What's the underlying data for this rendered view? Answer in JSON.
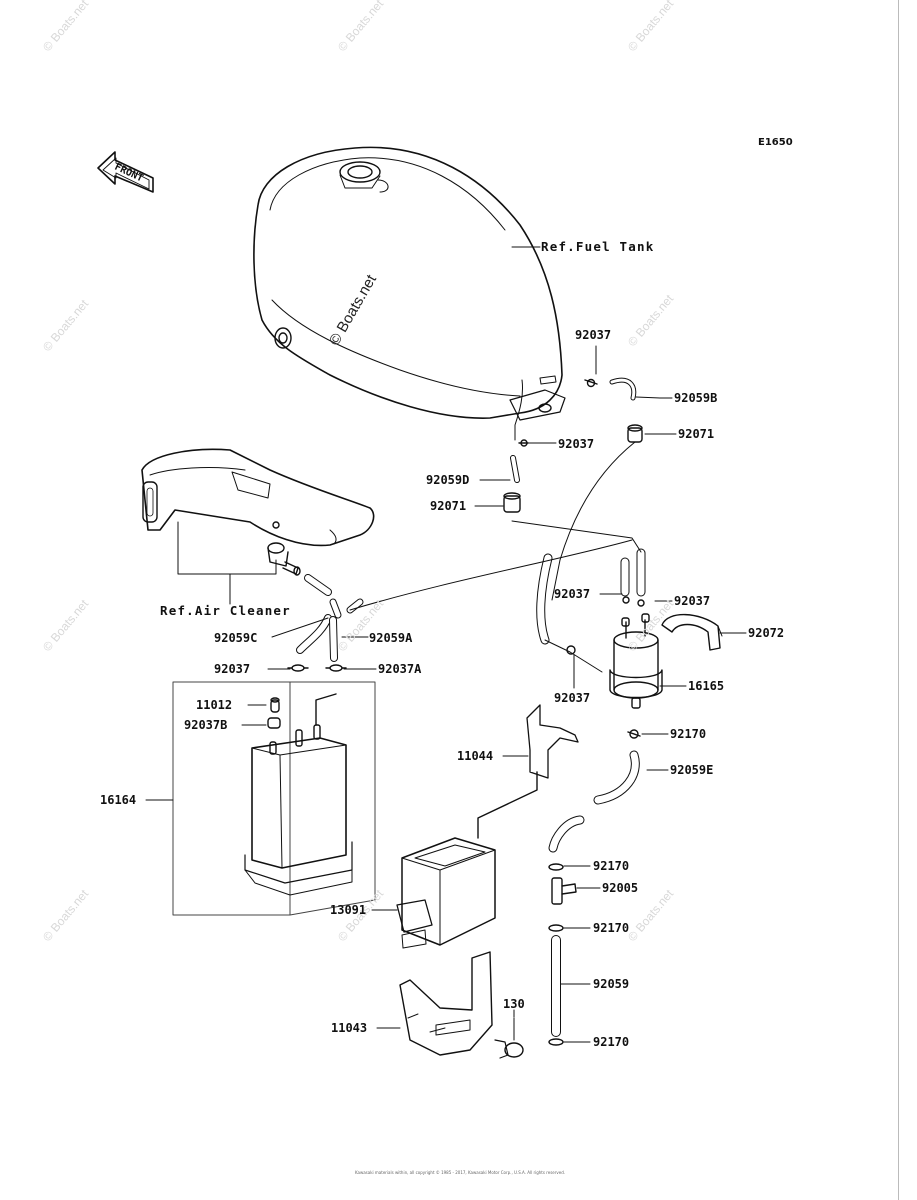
{
  "diagram_code": "E1650",
  "front_label": "FRONT",
  "references": {
    "fuel_tank": "Ref.Fuel Tank",
    "air_cleaner": "Ref.Air Cleaner"
  },
  "parts": [
    {
      "id": "p92037_top",
      "number": "92037"
    },
    {
      "id": "p92059B",
      "number": "92059B"
    },
    {
      "id": "p92037_mid",
      "number": "92037"
    },
    {
      "id": "p92071_right",
      "number": "92071"
    },
    {
      "id": "p92059D",
      "number": "92059D"
    },
    {
      "id": "p92071_left",
      "number": "92071"
    },
    {
      "id": "p92037_filter_left",
      "number": "92037"
    },
    {
      "id": "p92037_filter_right",
      "number": "92037"
    },
    {
      "id": "p92072",
      "number": "92072"
    },
    {
      "id": "p92059C",
      "number": "92059C"
    },
    {
      "id": "p92059A",
      "number": "92059A"
    },
    {
      "id": "p92037_canister",
      "number": "92037"
    },
    {
      "id": "p92037A",
      "number": "92037A"
    },
    {
      "id": "p16165",
      "number": "16165"
    },
    {
      "id": "p92037_low",
      "number": "92037"
    },
    {
      "id": "p11012",
      "number": "11012"
    },
    {
      "id": "p92037B",
      "number": "92037B"
    },
    {
      "id": "p92170_a",
      "number": "92170"
    },
    {
      "id": "p11044",
      "number": "11044"
    },
    {
      "id": "p92059E",
      "number": "92059E"
    },
    {
      "id": "p16164",
      "number": "16164"
    },
    {
      "id": "p92170_b",
      "number": "92170"
    },
    {
      "id": "p92005",
      "number": "92005"
    },
    {
      "id": "p13091",
      "number": "13091"
    },
    {
      "id": "p92170_c",
      "number": "92170"
    },
    {
      "id": "p92059",
      "number": "92059"
    },
    {
      "id": "p130",
      "number": "130"
    },
    {
      "id": "p11043",
      "number": "11043"
    },
    {
      "id": "p92170_d",
      "number": "92170"
    }
  ],
  "watermark_text": "© Boats.net",
  "footer_text": "Kawasaki materials within, all copyright © 1985 - 2017, Kawasaki Motor Corp., U.S.A. All rights reserved."
}
